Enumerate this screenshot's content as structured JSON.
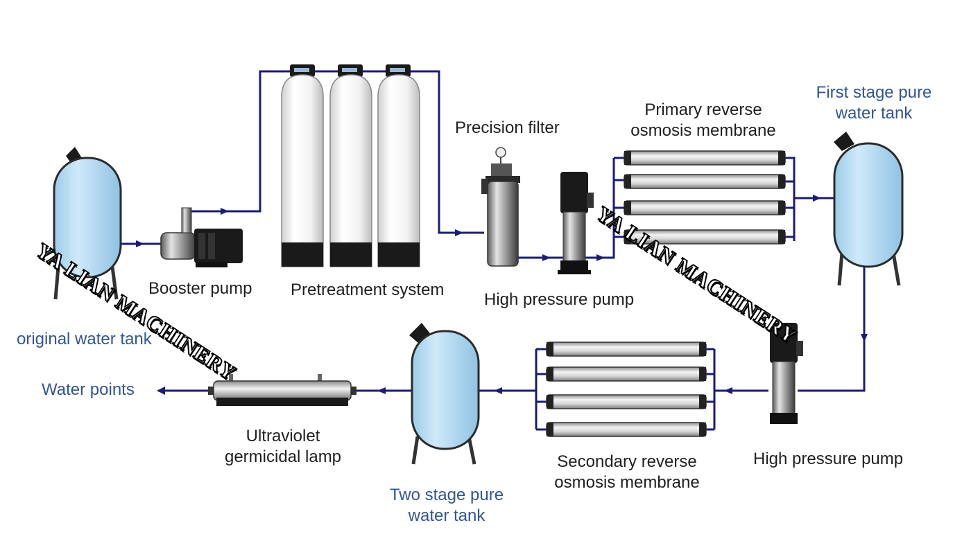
{
  "labels": {
    "original_water_tank": "original water tank",
    "booster_pump": "Booster pump",
    "pretreatment_system": "Pretreatment system",
    "precision_filter": "Precision filter",
    "high_pressure_pump_top": "High pressure pump",
    "primary_ro_line1": "Primary reverse",
    "primary_ro_line2": "osmosis membrane",
    "first_tank_line1": "First stage pure",
    "first_tank_line2": "water tank",
    "high_pressure_pump_bottom": "High pressure pump",
    "secondary_ro_line1": "Secondary reverse",
    "secondary_ro_line2": "osmosis membrane",
    "two_tank_line1": "Two stage pure",
    "two_tank_line2": "water tank",
    "uv_line1": "Ultraviolet",
    "uv_line2": "germicidal lamp",
    "water_points": "Water points"
  },
  "watermark": "YA  LIAN  MACHINERY",
  "colors": {
    "pipe": "#1c1a7a",
    "tank_fill": "#b9def5",
    "label_blue": "#2f5597",
    "label_dark": "#1f1f1f"
  }
}
